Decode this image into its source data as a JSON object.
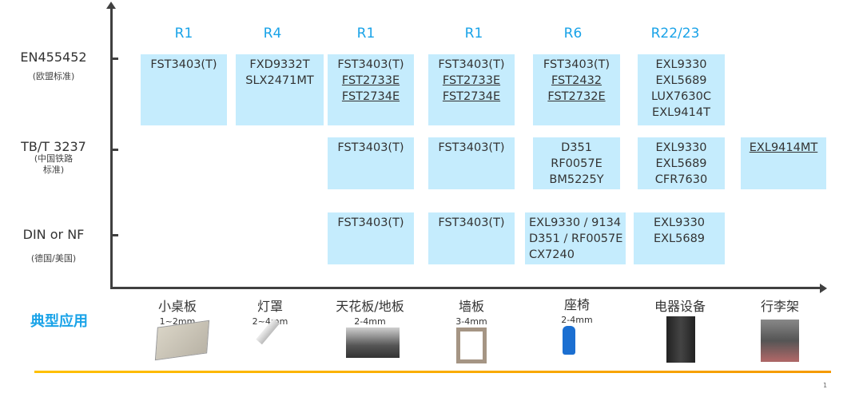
{
  "standards": [
    {
      "name": "EN455452",
      "sub": "(欧盟标准)"
    },
    {
      "name": "TB/T 3237",
      "sub": "(中国铁路\n标准)"
    },
    {
      "name": "DIN or NF",
      "sub": "(德国/美国)"
    }
  ],
  "ratings": [
    "R1",
    "R4",
    "R1",
    "R1",
    "R6",
    "R22/23"
  ],
  "cells": [
    {
      "row": 0,
      "col": 0,
      "lines": [
        {
          "t": "FST3403(T)"
        }
      ]
    },
    {
      "row": 0,
      "col": 1,
      "lines": [
        {
          "t": "FXD9332T"
        },
        {
          "t": "SLX2471MT"
        }
      ]
    },
    {
      "row": 0,
      "col": 2,
      "lines": [
        {
          "t": "FST3403(T)"
        },
        {
          "t": "FST2733E",
          "u": true
        },
        {
          "t": "FST2734E",
          "u": true
        }
      ]
    },
    {
      "row": 0,
      "col": 3,
      "lines": [
        {
          "t": "FST3403(T)"
        },
        {
          "t": "FST2733E",
          "u": true
        },
        {
          "t": "FST2734E",
          "u": true
        }
      ]
    },
    {
      "row": 0,
      "col": 4,
      "lines": [
        {
          "t": "FST3403(T)"
        },
        {
          "t": "FST2432",
          "u": true
        },
        {
          "t": "FST2732E",
          "u": true
        }
      ]
    },
    {
      "row": 0,
      "col": 5,
      "lines": [
        {
          "t": "EXL9330"
        },
        {
          "t": "EXL5689"
        },
        {
          "t": "LUX7630C"
        },
        {
          "t": "EXL9414T"
        }
      ]
    },
    {
      "row": 1,
      "col": 2,
      "lines": [
        {
          "t": "FST3403(T)"
        }
      ]
    },
    {
      "row": 1,
      "col": 3,
      "lines": [
        {
          "t": "FST3403(T)"
        }
      ]
    },
    {
      "row": 1,
      "col": 4,
      "lines": [
        {
          "t": "D351"
        },
        {
          "t": "RF0057E"
        },
        {
          "t": "BM5225Y"
        }
      ]
    },
    {
      "row": 1,
      "col": 5,
      "lines": [
        {
          "t": "EXL9330"
        },
        {
          "t": "EXL5689"
        },
        {
          "t": "CFR7630"
        }
      ]
    },
    {
      "row": 1,
      "col": 6,
      "lines": [
        {
          "t": "EXL9414MT",
          "u": true
        }
      ]
    },
    {
      "row": 2,
      "col": 2,
      "lines": [
        {
          "t": "FST3403(T)"
        }
      ]
    },
    {
      "row": 2,
      "col": 3,
      "lines": [
        {
          "t": "FST3403(T)"
        }
      ]
    },
    {
      "row": 2,
      "col": 4,
      "lines": [
        {
          "t": "EXL9330 / 9134"
        },
        {
          "t": "D351 / RF0057E"
        },
        {
          "t": "CX7240"
        }
      ],
      "align": "left"
    },
    {
      "row": 2,
      "col": 5,
      "lines": [
        {
          "t": "EXL9330"
        },
        {
          "t": "EXL5689"
        }
      ]
    }
  ],
  "typical_label": "典型应用",
  "applications": [
    {
      "name": "小桌板",
      "thickness": "1~2mm"
    },
    {
      "name": "灯罩",
      "thickness": "2~4mm"
    },
    {
      "name": "天花板/地板",
      "thickness": "2-4mm"
    },
    {
      "name": "墙板",
      "thickness": "3-4mm"
    },
    {
      "name": "座椅",
      "thickness": "2-4mm"
    },
    {
      "name": "电器设备",
      "thickness": ""
    },
    {
      "name": "行李架",
      "thickness": ""
    }
  ],
  "page_number": "1",
  "colors": {
    "accent": "#1aa3e8",
    "cell": "#c5ecfd",
    "rule": "#f5a800"
  }
}
